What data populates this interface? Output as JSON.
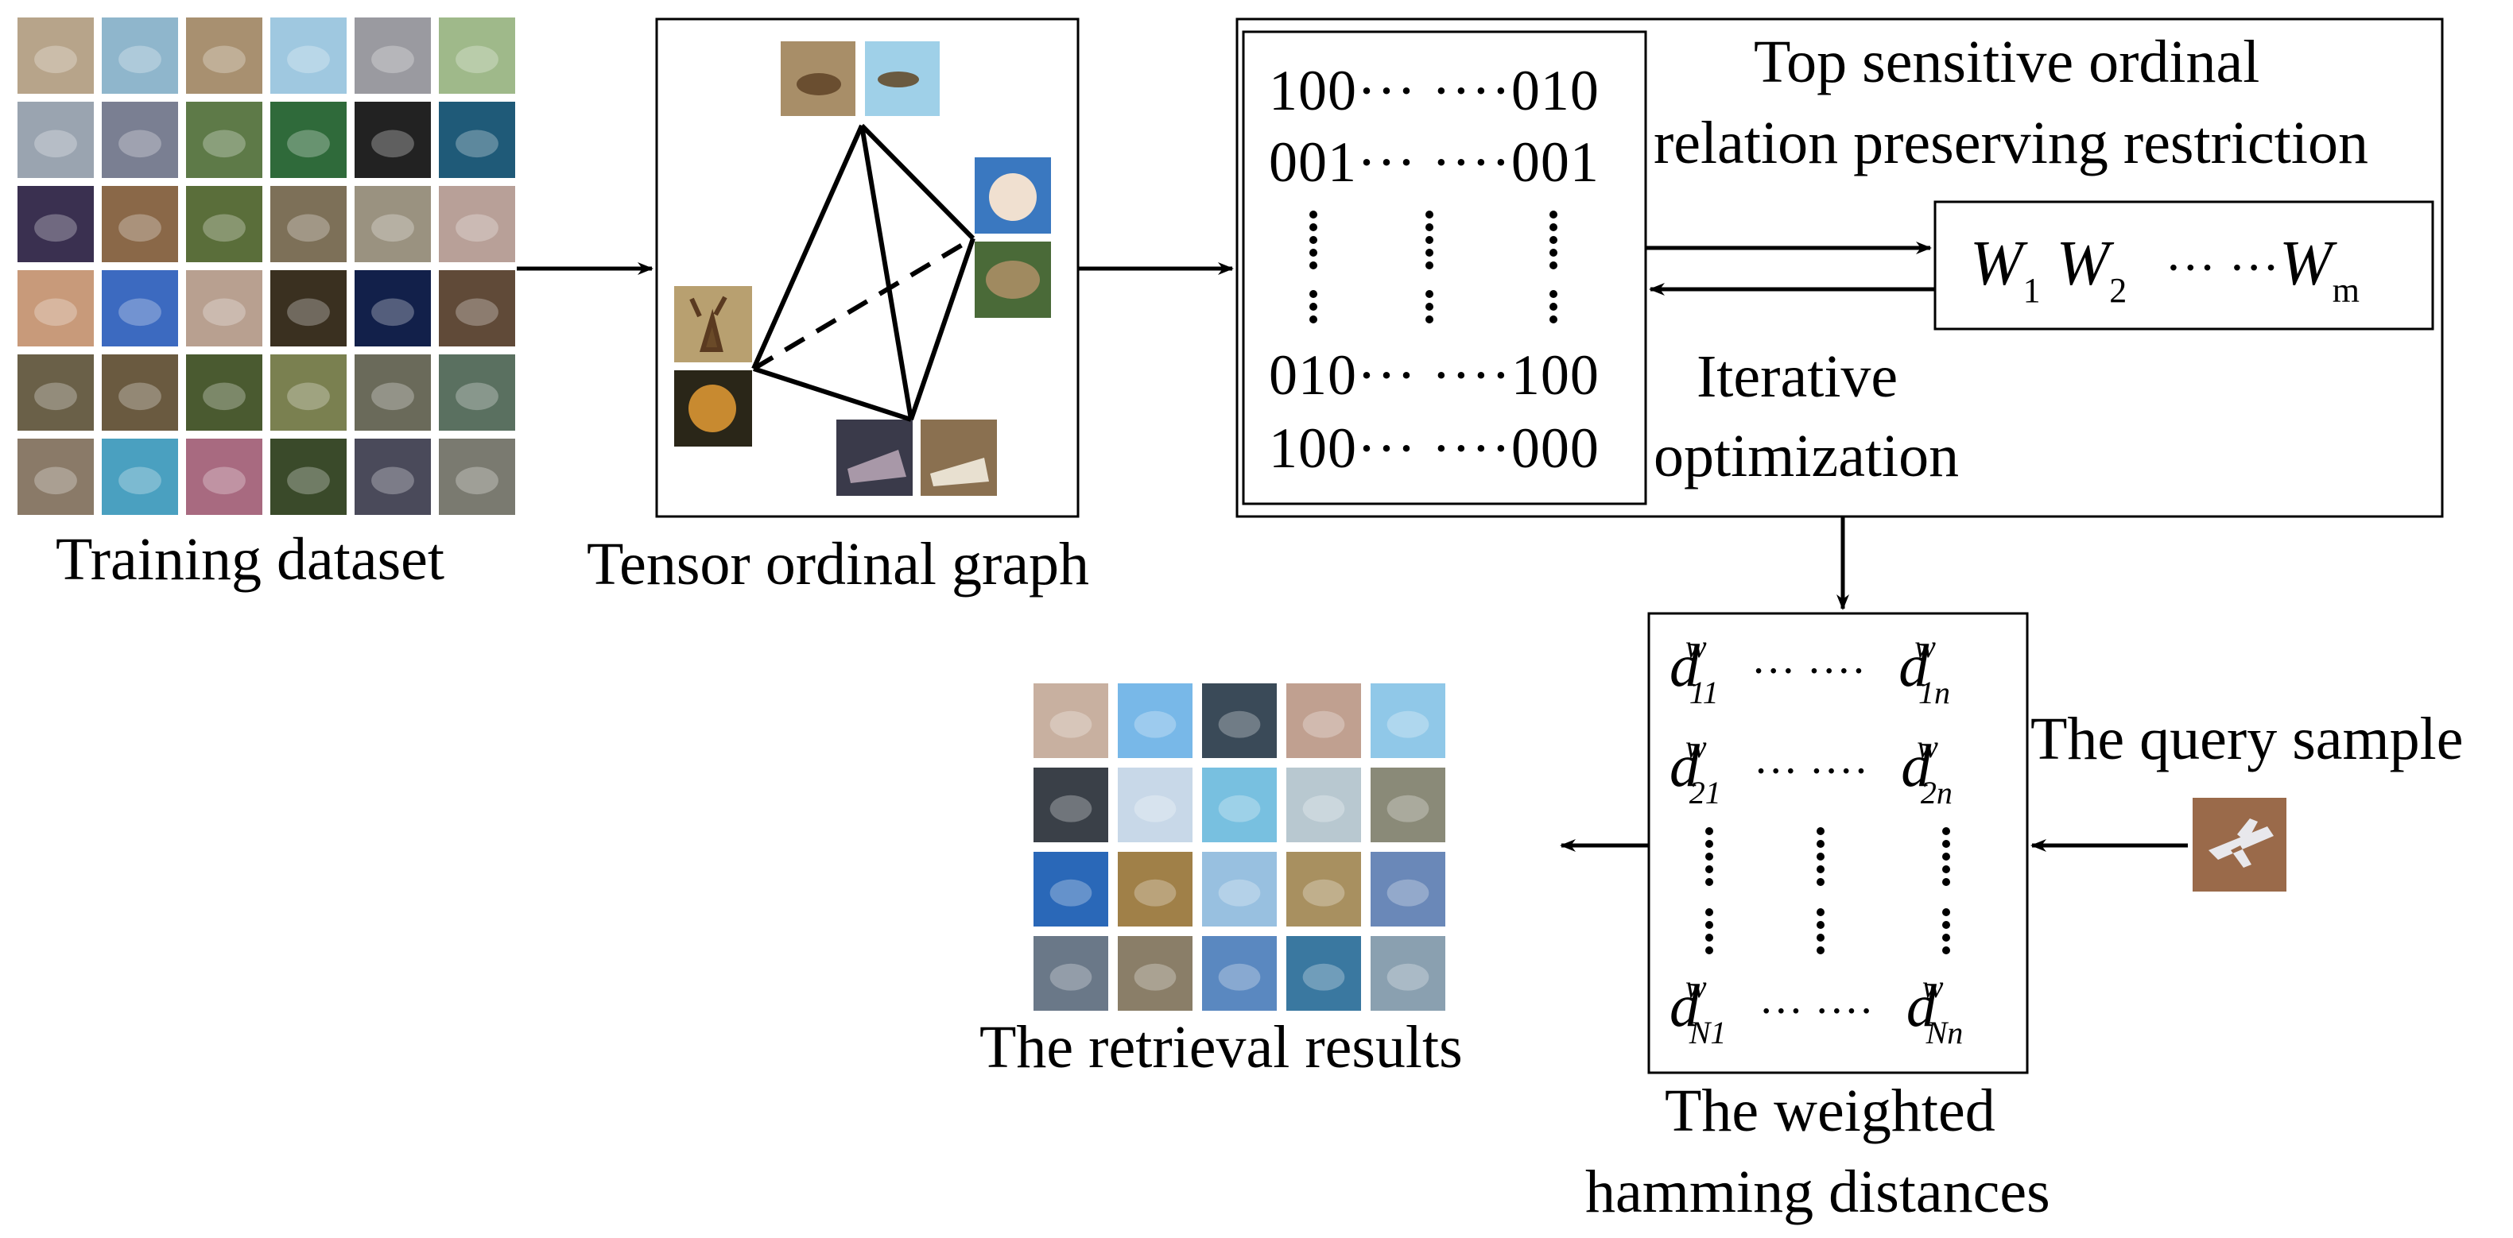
{
  "stages": {
    "training": {
      "caption": "Training dataset"
    },
    "tensor_graph": {
      "caption": "Tensor ordinal graph"
    },
    "code_matrix": {
      "rows": [
        {
          "left": "100",
          "mid": "···  ····",
          "right": "010"
        },
        {
          "left": "001",
          "mid": "···  ····",
          "right": "001"
        },
        {
          "left": "010",
          "mid": "···  ····",
          "right": "100"
        },
        {
          "left": "100",
          "mid": "···  ····",
          "right": "000"
        }
      ]
    },
    "restriction": {
      "line1": "Top sensitive ordinal",
      "line2": "relation preserving restriction"
    },
    "weights": {
      "w1": "W",
      "w1_sub": "1",
      "w2": "W",
      "w2_sub": "2",
      "ellipsis": "··· ···",
      "wm": "W",
      "wm_sub": "m"
    },
    "iterative": {
      "line1": "Iterative",
      "line2": "optimization"
    },
    "hamming": {
      "caption_line1": "The weighted",
      "caption_line2": "hamming distances",
      "d": "d",
      "w": "w",
      "sub_11": "11",
      "sub_1n": "1n",
      "sub_21": "21",
      "sub_2n": "2n",
      "sub_N1": "N1",
      "sub_Nn": "Nn",
      "ell": "··· ····"
    },
    "query": {
      "caption": "The query sample"
    },
    "retrieval": {
      "caption": "The retrieval results"
    }
  },
  "colors": {
    "line": "#000000",
    "sky": "#7fb4dc",
    "sand": "#b89a6c",
    "forest": "#3e6a34",
    "dark": "#2b2b2b",
    "fur": "#8a6a4a",
    "horse": "#6e5a68"
  },
  "training_grid": [
    [
      "#b7a48a",
      "#8fb6cc",
      "#a89070",
      "#9fc8e0",
      "#9a9aa0",
      "#9fb98a"
    ],
    [
      "#9aa4b0",
      "#7a7f92",
      "#5e7a48",
      "#2f6a3a",
      "#222222",
      "#1f5a78"
    ],
    [
      "#3a3050",
      "#8a6848",
      "#5a6e3a",
      "#7d7058",
      "#9a9280",
      "#b8a098"
    ],
    [
      "#c89a7a",
      "#3c6ac0",
      "#b8a090",
      "#3a3020",
      "#12204a",
      "#604a38"
    ],
    [
      "#6a6048",
      "#6a5a40",
      "#4a5a30",
      "#7a8050",
      "#6a6a5a",
      "#5a7060"
    ],
    [
      "#8a7a68",
      "#4aa0c0",
      "#a86a80",
      "#3a4a2a",
      "#4a4a5a",
      "#7a7a70"
    ]
  ],
  "retrieval_grid": [
    [
      "#c8b0a0",
      "#78b8e8",
      "#3a4a58",
      "#c0a090",
      "#90c8e8"
    ],
    [
      "#3a4048",
      "#c8d8e8",
      "#78c0e0",
      "#b8c8d0",
      "#8a8a78"
    ],
    [
      "#2a68b8",
      "#a08048",
      "#98c0e0",
      "#a89060",
      "#6a88b8"
    ],
    [
      "#6a7888",
      "#8a7e68",
      "#5a88c0",
      "#3a78a0",
      "#8aa0b0"
    ]
  ]
}
